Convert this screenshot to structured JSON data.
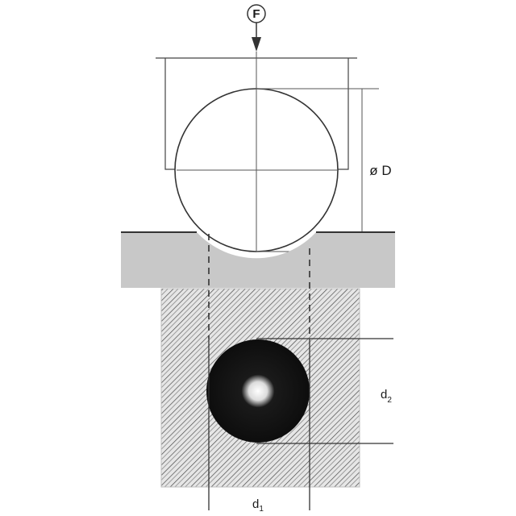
{
  "diagram": {
    "force_label": "F",
    "diameter_label": "ø D",
    "d1_label": "d",
    "d1_subscript": "1",
    "d2_label": "d",
    "d2_subscript": "2"
  },
  "colors": {
    "line": "#333333",
    "plate": "#c8c8c8",
    "sample_bg": "#e6e6e6",
    "indent": "#111111",
    "hatch": "#505050"
  }
}
